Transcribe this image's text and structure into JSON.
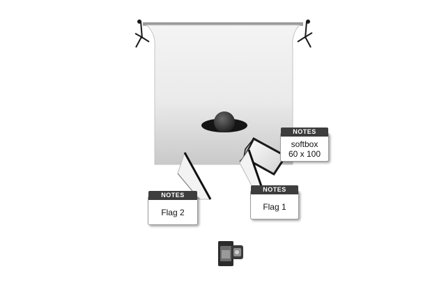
{
  "notes": [
    {
      "header": "NOTES",
      "lines": [
        "softbox",
        "60 x 100"
      ]
    },
    {
      "header": "NOTES",
      "lines": [
        "Flag 1"
      ]
    },
    {
      "header": "NOTES",
      "lines": [
        "Flag 2"
      ]
    }
  ],
  "colors": {
    "backdrop_top": "#f4f4f4",
    "backdrop_bottom": "#c8c8c8",
    "equipment": "#1a1a1a",
    "note_header": "#3d3d3d"
  },
  "icons": [
    "backdrop-stand-icon",
    "subject-icon",
    "softbox-icon",
    "flag-icon",
    "camera-icon"
  ]
}
